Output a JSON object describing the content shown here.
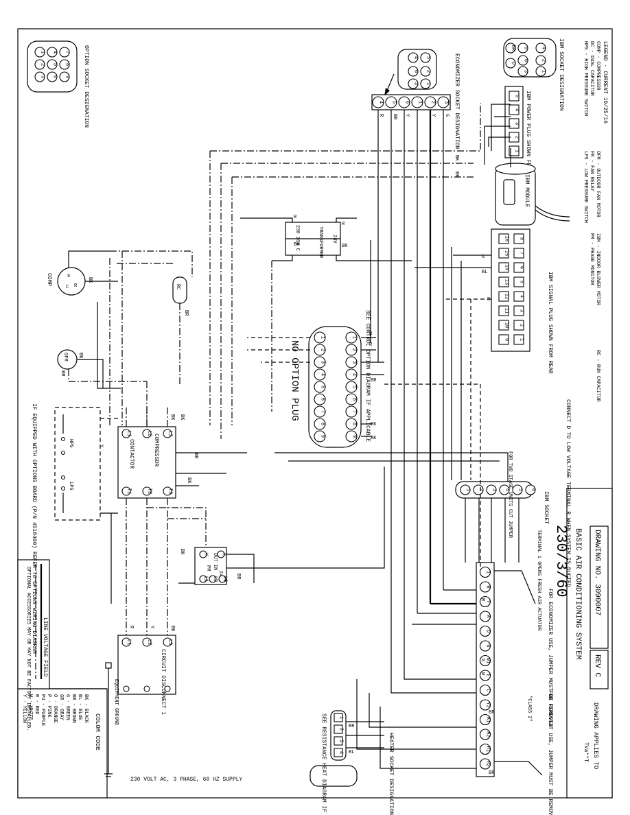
{
  "legend": {
    "title": "LEGEND - CURRENT 10/25/16",
    "items": [
      "COMP - COMPRESSOR",
      "DC - DUAL CAPACITOR",
      "HPS - HIGH PRESSURE SWITCH",
      "OFM - OUTDOOR FAN MOTOR",
      "FR - FAN RELAY",
      "LPS - LOW PRESSURE SWITCH",
      "IBM - INDOOR BLOWER MOTOR",
      "PM - PHASE MONITOR",
      "RC - RUN CAPACITOR"
    ]
  },
  "title_block": {
    "drawing_no": "DRAWING NO. 3090007",
    "rev": "REV C",
    "system": "BASIC AIR CONDITIONING SYSTEM",
    "voltage": "230/3/60",
    "applies_to": "DRAWING APPLIES TO",
    "model": "TVa**T"
  },
  "color_code": {
    "title": "COLOR CODE",
    "entries": [
      "BK - BLACK",
      "BL - BLUE",
      "BR - BROWN",
      "G - GREEN",
      "GR - GRAY",
      "O - ORANGE",
      "P - PINK",
      "PU - PURPLE",
      "R - RED",
      "W - WHITE",
      "Y - YELLOW"
    ]
  },
  "line_key": {
    "line_voltage": "LINE VOLTAGE FIELD",
    "optional": "OPTIONAL ACCESSORIES MAY OR MAY NOT BE FACTORY INSTALLED."
  },
  "labels": {
    "ibm_socket_designation": "IBM SOCKET DESIGNATION",
    "economizer_socket_designation": "ECONOMIZER SOCKET DESIGNATION",
    "option_socket_designation": "OPTION SOCKET DESIGNATION",
    "heater_socket_designation": "HEATER SOCKET DESIGNATION",
    "ibm_power_plug": "IBM POWER PLUG SHOWN FROM REAR",
    "ibm_signal_plug": "IBM SIGNAL PLUG SHOWN FROM REAR",
    "ibm_module": "IBM MODULE",
    "transformer": "TRANSFORMER",
    "transformer_voltage": "24V",
    "transformer_taps": "230 208 C",
    "comp": "COMP",
    "ofm": "OFM",
    "rc": "RC",
    "contactor": "CONTACTOR",
    "compressor": "COMPRESSOR",
    "hps": "HPS",
    "lps": "LPS",
    "pm": "PM",
    "out_in": "OUT IN",
    "pm_24v": "24V",
    "circuit_disconnect": "CIRCUIT DISCONNECT 1",
    "equipment_ground": "EQUIPMENT GROUND",
    "supply": "230 VOLT AC, 3 PHASE, 60 HZ SUPPLY",
    "no_option_plug": "NO OPTION PLUG",
    "see_control_option": "SEE CONTROL OPTION DIAGRAM IF APPLICABLE",
    "see_resistance_heat": "SEE RESISTANCE HEAT DIAGRAM IF APPLICABLE",
    "options_note": "IF EQUIPPED WITH OPTIONS BOARD (P/N 4518400) REFER TO OPTIONS WIRING DIAGRAM",
    "connect_d": "CONNECT D TO LOW VOLTAGE TERMINAL R WHEN SYSTEM IS DUCTED",
    "two_stage_jumper": "FOR TWO STAGE UNITS CUT JUMPER",
    "ibm_socket": "IBM SOCKET",
    "terminal_1": "TERMINAL 1 OPENS FRESH AIR ACTUATOR",
    "economizer_jumper": "FOR ECONOMIZER USE, JUMPER MUST BE REMOVED",
    "firestat_jumper": "FOR FIRESTAT USE, JUMPER MUST BE REMOVED",
    "class2": "\"CLASS 2\""
  },
  "terminal_strip": [
    "1",
    "R",
    "Y",
    "A",
    "D",
    "G",
    "W1",
    "E",
    "C",
    "Y2",
    "A1",
    "A2",
    "H1",
    "H2"
  ],
  "contactor_terminals": [
    "L1",
    "L2",
    "L3",
    "T1",
    "T2",
    "T3"
  ],
  "disconnect_terminals": [
    "L1",
    "L2",
    "L3"
  ],
  "pm_terminals": [
    "Y",
    "Y",
    "L1",
    "L2",
    "L3"
  ],
  "option_plug_pins": [
    "1",
    "2",
    "3",
    "4",
    "5",
    "6",
    "7",
    "8",
    "9"
  ],
  "signal_plug_pins": [
    "1",
    "2",
    "3",
    "4",
    "5",
    "6",
    "7",
    "8",
    "9",
    "10",
    "11",
    "12",
    "13",
    "14",
    "15",
    "16"
  ],
  "power_plug_pins": [
    "1",
    "2",
    "3",
    "4",
    "5"
  ],
  "ibm_socket_pins": [
    "1",
    "2",
    "3",
    "4",
    "5",
    "6"
  ],
  "economizer_socket_pins": [
    "1",
    "2",
    "3",
    "4",
    "5",
    "6"
  ],
  "heater_socket_pins": [
    "1",
    "2",
    "3",
    "4"
  ],
  "wire_colors": [
    "R",
    "BK",
    "BR",
    "BL",
    "Y",
    "G",
    "W"
  ]
}
